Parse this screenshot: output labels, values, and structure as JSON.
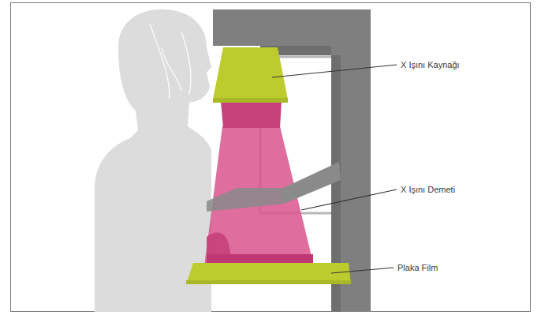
{
  "diagram": {
    "labels": [
      "X Işını Kaynağı",
      "X Işını Demeti",
      "Plaka Film"
    ]
  }
}
